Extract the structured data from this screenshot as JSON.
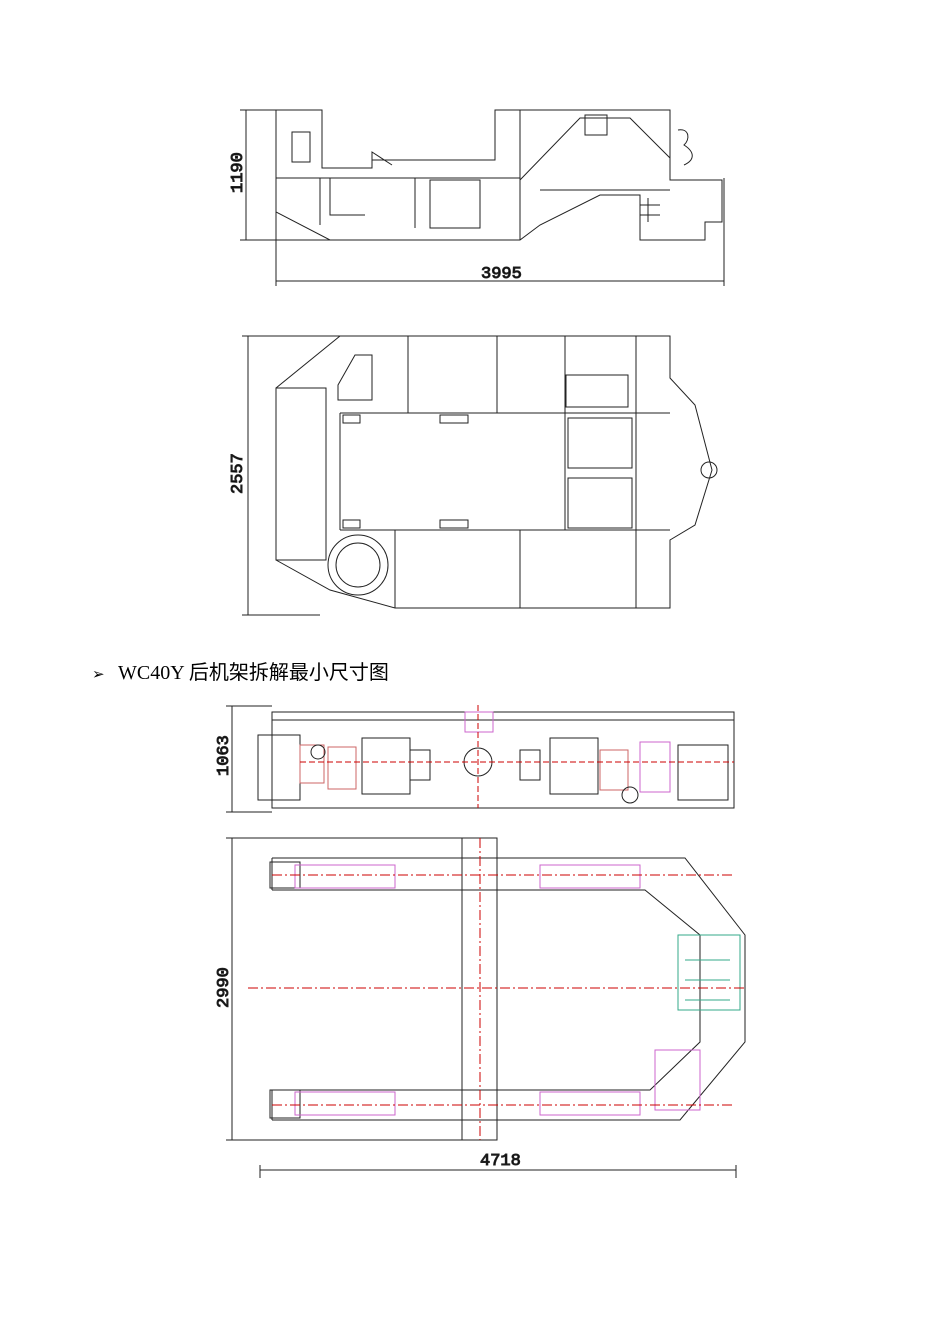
{
  "figure1": {
    "side_height_dim": "1190",
    "side_length_dim": "3995",
    "top_width_dim": "2557"
  },
  "section": {
    "bullet": "➢",
    "caption": "WC40Y 后机架拆解最小尺寸图"
  },
  "figure2": {
    "side_height_dim": "1063",
    "top_width_dim": "2990",
    "length_dim": "4718"
  }
}
